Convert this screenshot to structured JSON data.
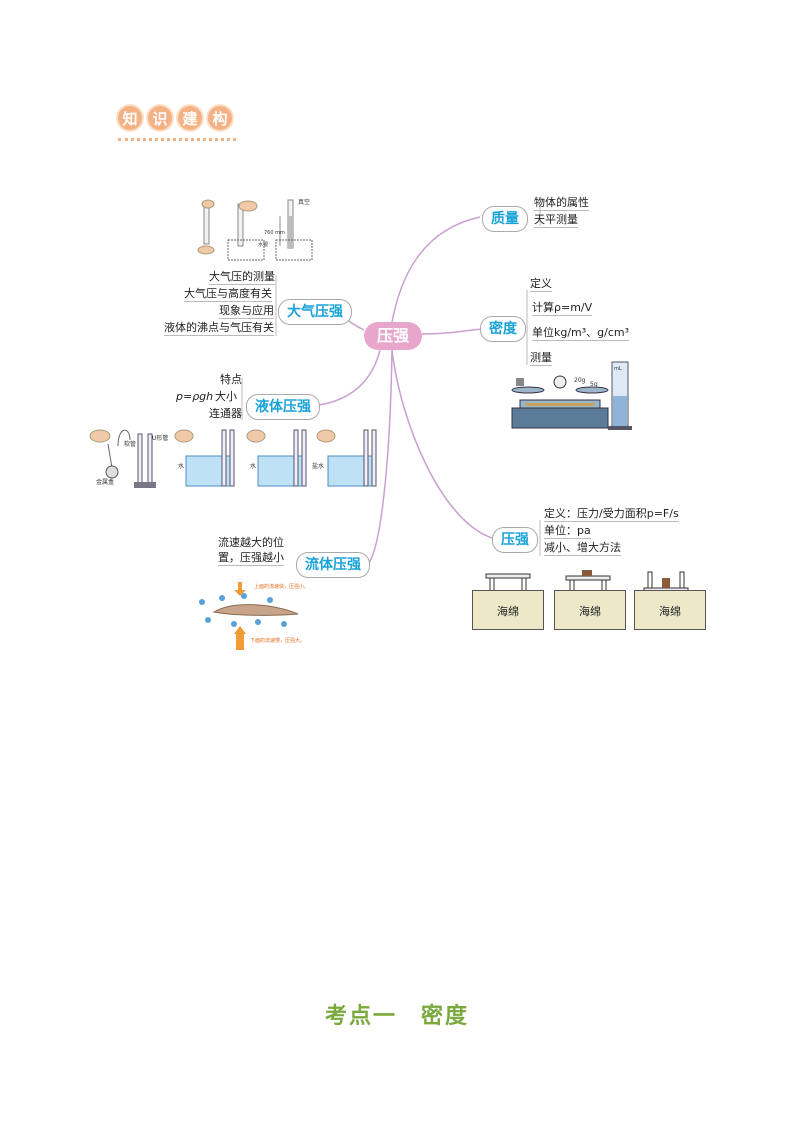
{
  "header": {
    "chars": [
      "知",
      "识",
      "建",
      "构"
    ]
  },
  "center": {
    "label": "压强"
  },
  "branches": {
    "mass": {
      "label": "质量",
      "items": [
        "物体的属性",
        "天平测量"
      ]
    },
    "density": {
      "label": "密度",
      "items": [
        "定义",
        "计算ρ=m/V",
        "单位kg/m³、g/cm³",
        "测量"
      ]
    },
    "pressure": {
      "label": "压强",
      "items": [
        "定义：压力/受力面积p=F/s",
        "单位：pa",
        "减小、增大方法"
      ]
    },
    "atm": {
      "label": "大气压强",
      "items": [
        "大气压的测量",
        "大气压与高度有关",
        "现象与应用",
        "液体的沸点与气压有关"
      ]
    },
    "liquid": {
      "label": "液体压强",
      "items": [
        "特点",
        "大小",
        "连通器"
      ],
      "formula": "p=ρgh"
    },
    "fluid": {
      "label": "流体压强",
      "items": [
        "流速越大的位",
        "置，压强越小"
      ]
    }
  },
  "figures": {
    "torricelli": {
      "vacuum": "真空",
      "height": "760 mm",
      "liquid": "水银"
    },
    "balance": {
      "weight1": "20g",
      "weight2": "5g",
      "unit": "mL"
    },
    "manometer": {
      "tube": "软管",
      "u_tube": "U形管",
      "box": "金属盒",
      "water1": "水",
      "water2": "水",
      "brine": "盐水"
    },
    "sponge": [
      "海绵",
      "海绵",
      "海绵"
    ],
    "wing": {
      "top_note": "上面的流速快，压强小。",
      "bottom_note": "下面的流速慢，压强大。"
    }
  },
  "section_title": "考点一　密度",
  "colors": {
    "center": "#e8a6cd",
    "node_text": "#1aa3d8",
    "branch_line": "#c9a0d0",
    "title": "#7aa93d",
    "badge": "#f4b183"
  }
}
